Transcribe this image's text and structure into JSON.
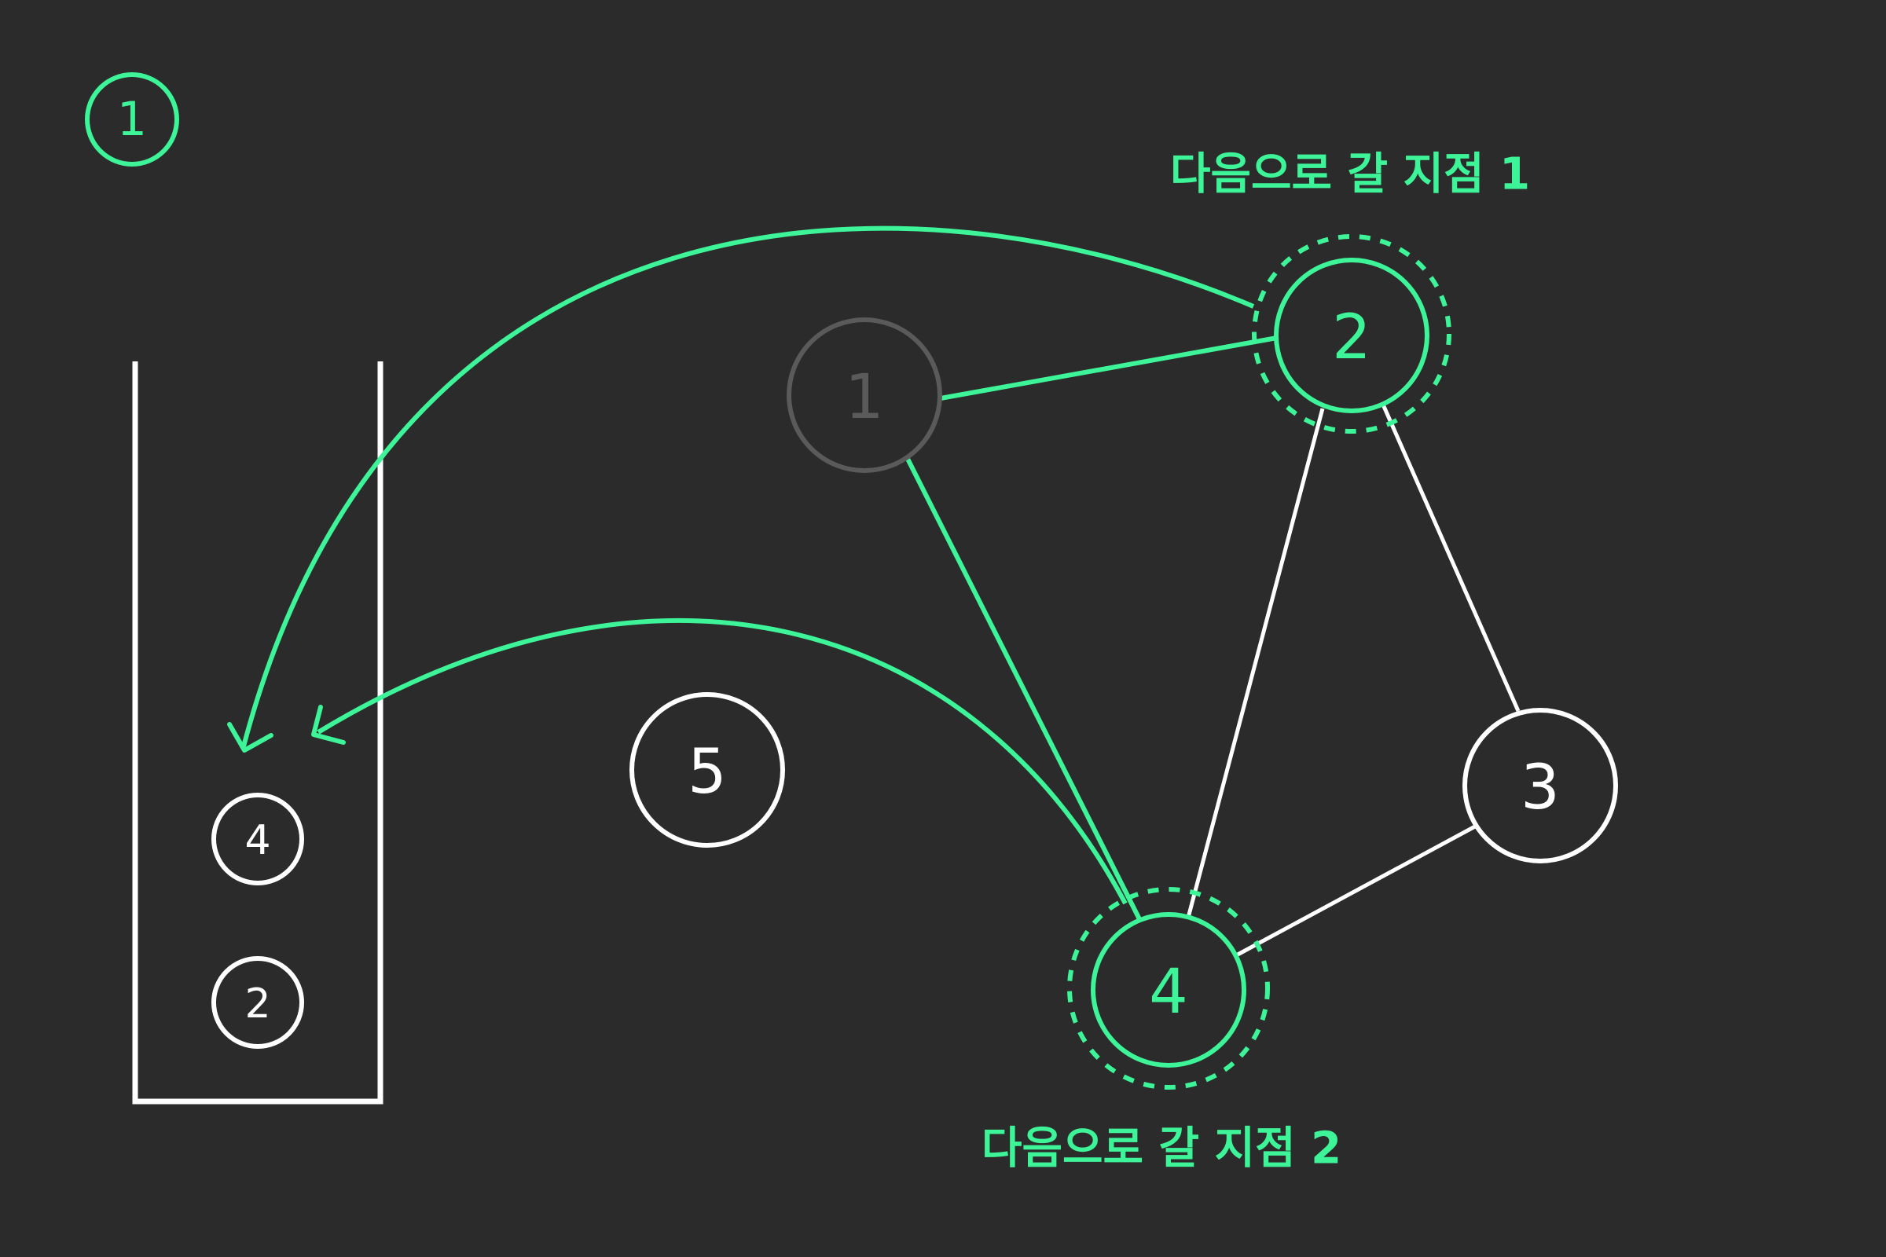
{
  "step_number": "1",
  "labels": {
    "next_point_1": "다음으로 갈 지점 1",
    "next_point_2": "다음으로 갈 지점 2"
  },
  "graph": {
    "nodes": [
      {
        "id": "node-1",
        "label": "1",
        "state": "visited"
      },
      {
        "id": "node-2",
        "label": "2",
        "state": "next"
      },
      {
        "id": "node-3",
        "label": "3",
        "state": "unvisited"
      },
      {
        "id": "node-4",
        "label": "4",
        "state": "next"
      },
      {
        "id": "node-5",
        "label": "5",
        "state": "unvisited"
      }
    ],
    "edges": [
      {
        "from": "1",
        "to": "2",
        "highlighted": true
      },
      {
        "from": "1",
        "to": "4",
        "highlighted": true
      },
      {
        "from": "2",
        "to": "4",
        "highlighted": false
      },
      {
        "from": "2",
        "to": "3",
        "highlighted": false
      },
      {
        "from": "3",
        "to": "4",
        "highlighted": false
      }
    ]
  },
  "stack": {
    "items": [
      "4",
      "2"
    ]
  },
  "colors": {
    "background": "#2b2b2b",
    "accent": "#3df598",
    "default": "#ffffff",
    "visited": "#5a5a5a"
  }
}
